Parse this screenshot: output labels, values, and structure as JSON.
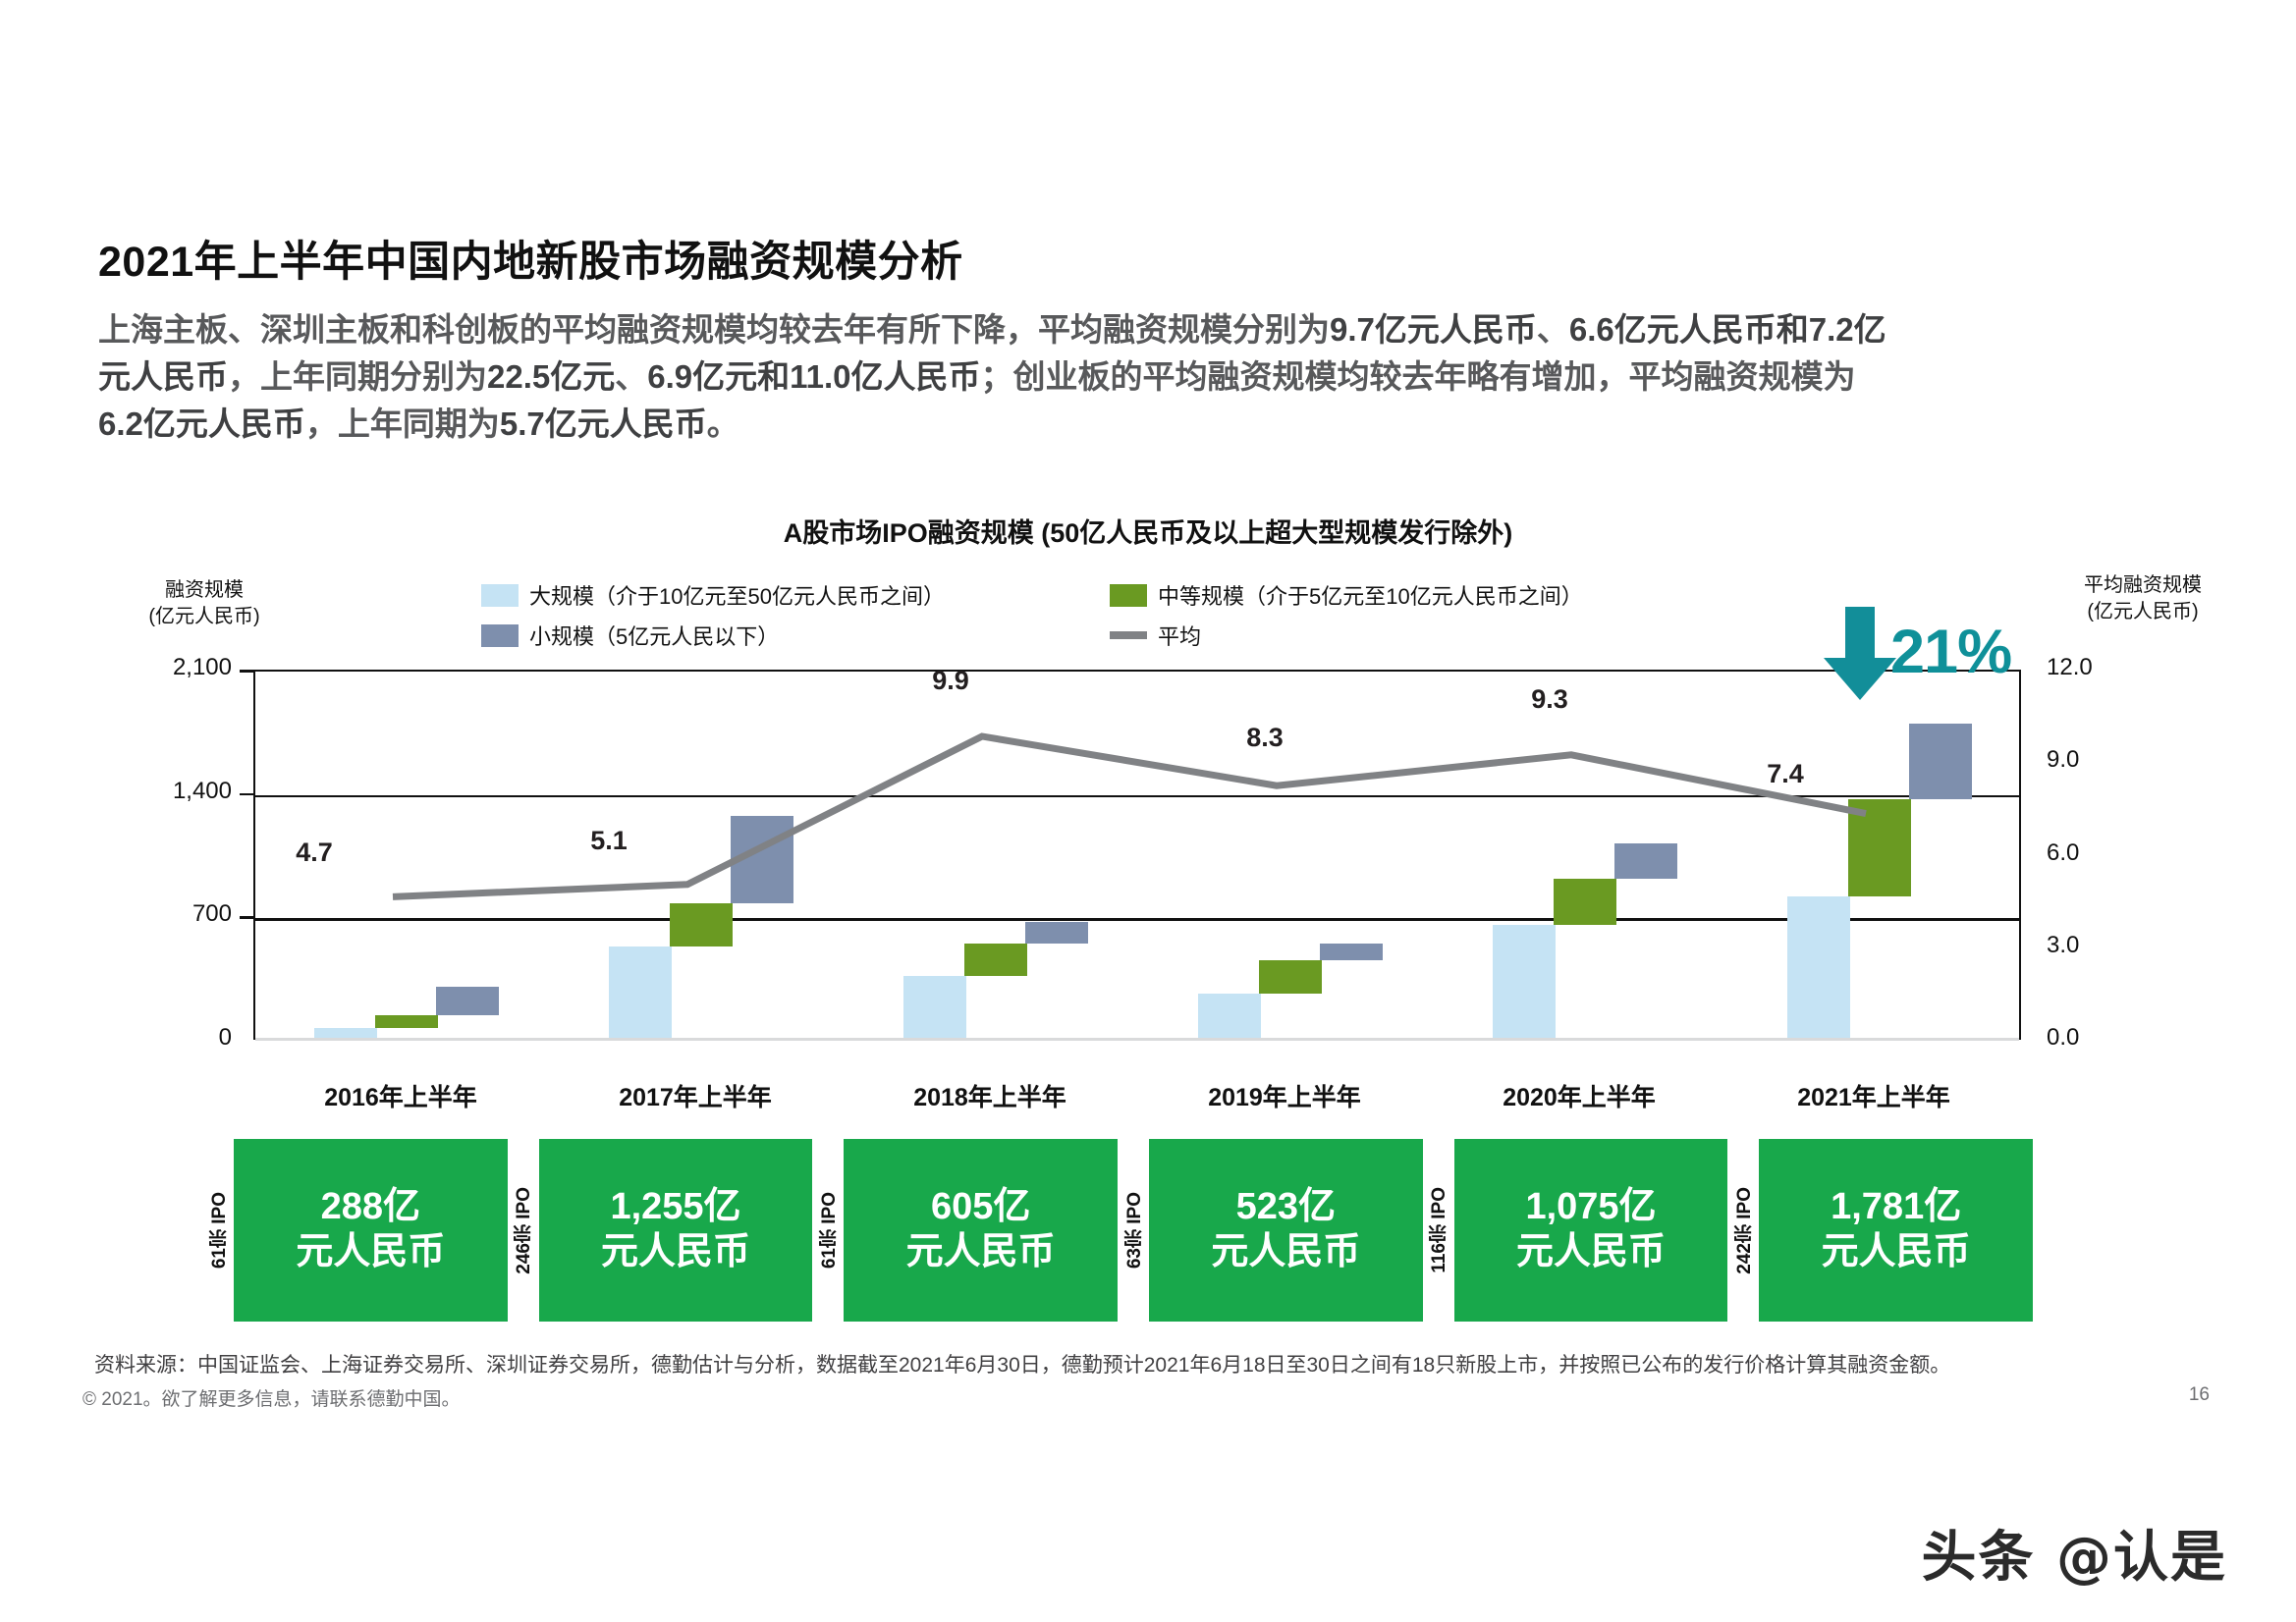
{
  "title": "2021年上半年中国内地新股市场融资规模分析",
  "subtitle_html": "上海主板、深圳主板和科创板的平均融资规模均较去年有所下降，平均融资规模分别为<b>9.7亿元人民币</b>、<b>6.6亿元人民币和7.2亿元人民币</b>，上年同期分别为<b>22.5亿元</b>、<b>6.9亿元和11.0亿人民币</b>；创业板的平均融资规模均较去年略有增加，平均融资规模为<b>6.2亿元人民币</b>，上年同期为<b>5.7亿元人民币</b>。",
  "chart": {
    "title": "A股市场IPO融资规模 (50亿人民币及以上超大型规模发行除外)",
    "left_axis_caption_1": "融资规模",
    "left_axis_caption_2": "(亿元人民币)",
    "right_axis_caption_1": "平均融资规模",
    "right_axis_caption_2": "(亿元人民币)",
    "legend": [
      {
        "name": "legend-large",
        "label": "大规模（介于10亿元至50亿元人民币之间）",
        "color": "#c5e3f4",
        "kind": "swatch"
      },
      {
        "name": "legend-medium",
        "label": "中等规模（介于5亿元至10亿元人民币之间）",
        "color": "#6a9a22",
        "kind": "swatch"
      },
      {
        "name": "legend-small",
        "label": "小规模（5亿元人民以下）",
        "color": "#7e8fad",
        "kind": "swatch"
      },
      {
        "name": "legend-average",
        "label": "平均",
        "color": "#808285",
        "kind": "line"
      }
    ],
    "annotation_drop": "21%",
    "annotation_drop_color": "#0f9099"
  },
  "chart_data": {
    "type": "bar",
    "title": "A股市场IPO融资规模 (50亿人民币及以上超大型规模发行除外)",
    "xlabel": "",
    "ylabel": "融资规模（亿元人民币）",
    "y2label": "平均融资规模（亿元人民币）",
    "categories": [
      "2016年上半年",
      "2017年上半年",
      "2018年上半年",
      "2019年上半年",
      "2020年上半年",
      "2021年上半年"
    ],
    "ylim": [
      0,
      2100
    ],
    "yticks": [
      "0",
      "700",
      "1,400",
      "2,100"
    ],
    "y2lim": [
      0,
      12
    ],
    "y2ticks": [
      "0.0",
      "3.0",
      "6.0",
      "9.0",
      "12.0"
    ],
    "grid": true,
    "legend_position": "top",
    "stacking": "waterfall",
    "series": [
      {
        "name": "大规模（介于10亿元至50亿元人民币之间）",
        "color": "#c5e3f4",
        "values": [
          55,
          520,
          350,
          250,
          640,
          800
        ]
      },
      {
        "name": "中等规模（介于5亿元至10亿元人民币之间）",
        "color": "#6a9a22",
        "values": [
          75,
          245,
          185,
          190,
          265,
          555
        ]
      },
      {
        "name": "小规模（5亿元人民以下）",
        "color": "#7e8fad",
        "values": [
          158,
          495,
          125,
          95,
          200,
          430
        ]
      }
    ],
    "line_series": {
      "name": "平均",
      "color": "#808285",
      "values": [
        4.7,
        5.1,
        9.9,
        8.3,
        9.3,
        7.4
      ],
      "labels": [
        "4.7",
        "5.1",
        "9.9",
        "8.3",
        "9.3",
        "7.4"
      ],
      "axis": "right"
    },
    "totals": [
      {
        "category": "2016年上半年",
        "ipo_count": "61宗 IPO",
        "amount": "288亿",
        "currency": "元人民币"
      },
      {
        "category": "2017年上半年",
        "ipo_count": "246宗 IPO",
        "amount": "1,255亿",
        "currency": "元人民币"
      },
      {
        "category": "2018年上半年",
        "ipo_count": "61宗 IPO",
        "amount": "605亿",
        "currency": "元人民币"
      },
      {
        "category": "2019年上半年",
        "ipo_count": "63宗 IPO",
        "amount": "523亿",
        "currency": "元人民币"
      },
      {
        "category": "2020年上半年",
        "ipo_count": "116宗 IPO",
        "amount": "1,075亿",
        "currency": "元人民币"
      },
      {
        "category": "2021年上半年",
        "ipo_count": "242宗 IPO",
        "amount": "1,781亿",
        "currency": "元人民币"
      }
    ],
    "annotation": {
      "text": "21%",
      "direction": "down",
      "color": "#0f9099"
    }
  },
  "footer": {
    "source": "资料来源：中国证监会、上海证券交易所、深圳证券交易所，德勤估计与分析，数据截至2021年6月30日，德勤预计2021年6月18日至30日之间有18只新股上市，并按照已公布的发行价格计算其融资金额。",
    "copyright": "© 2021。欲了解更多信息，请联系德勤中国。",
    "page_number": "16"
  },
  "watermark": "头条 @认是"
}
